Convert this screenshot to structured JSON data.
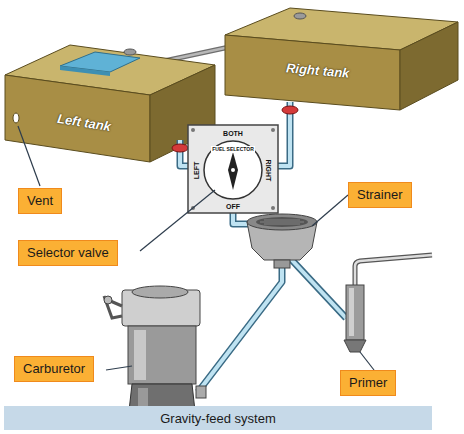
{
  "diagram": {
    "caption": "Gravity-feed system",
    "nodes": [
      {
        "text": [
          "Vent"
        ]
      },
      {
        "text": [
          "Strainer"
        ]
      },
      {
        "text": [
          "Selector valve"
        ]
      },
      {
        "text": [
          "Carburetor"
        ]
      },
      {
        "text": [
          "Primer"
        ]
      }
    ],
    "labels": [
      "Right tank",
      "Left tank",
      "BOTH",
      "LEFT",
      "RIGHT",
      "FUEL SELECTOR",
      "OFF"
    ]
  }
}
